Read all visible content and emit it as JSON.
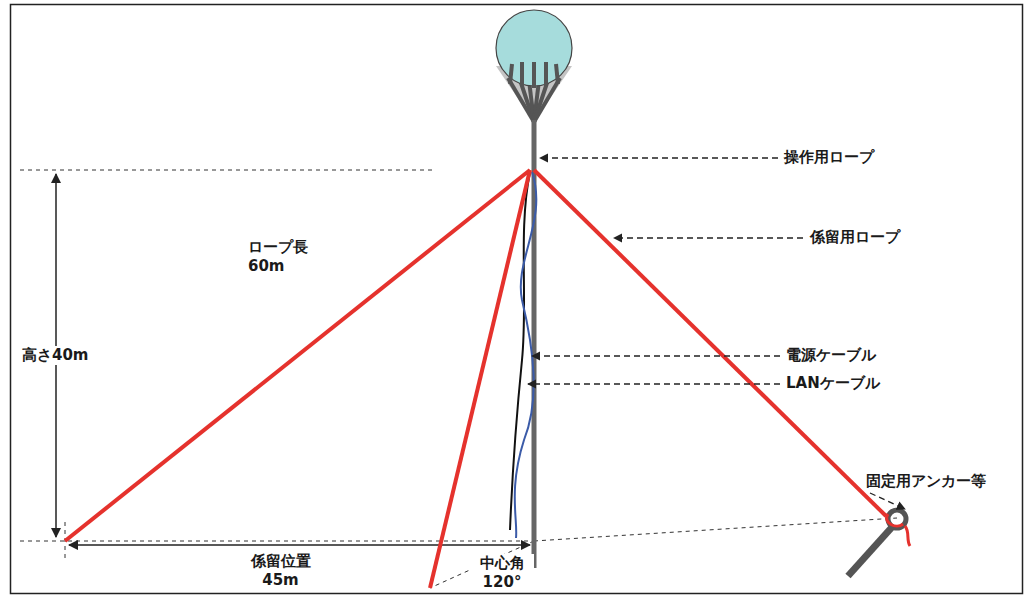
{
  "diagram": {
    "labels": [
      "操作用ロープ",
      "係留用ロープ",
      "電源ケーブル",
      "LANケーブル",
      "固定用アンカー等",
      "高さ40m",
      "ロープ長 60m",
      "係留位置 45m",
      "中心角 120°"
    ]
  }
}
